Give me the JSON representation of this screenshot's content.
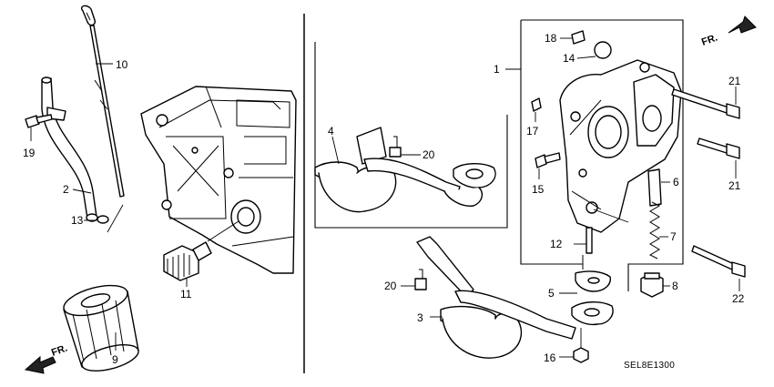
{
  "callouts": {
    "c1": "1",
    "c2": "2",
    "c3": "3",
    "c4": "4",
    "c5": "5",
    "c6": "6",
    "c7": "7",
    "c8": "8",
    "c9": "9",
    "c10": "10",
    "c11": "11",
    "c12": "12",
    "c13": "13",
    "c14": "14",
    "c15": "15",
    "c16": "16",
    "c17": "17",
    "c18": "18",
    "c19": "19",
    "c20a": "20",
    "c20b": "20",
    "c21a": "21",
    "c21b": "21",
    "c22": "22"
  },
  "direction_label_top": "FR.",
  "direction_label_bottom": "FR.",
  "diagram_code": "SEL8E1300"
}
